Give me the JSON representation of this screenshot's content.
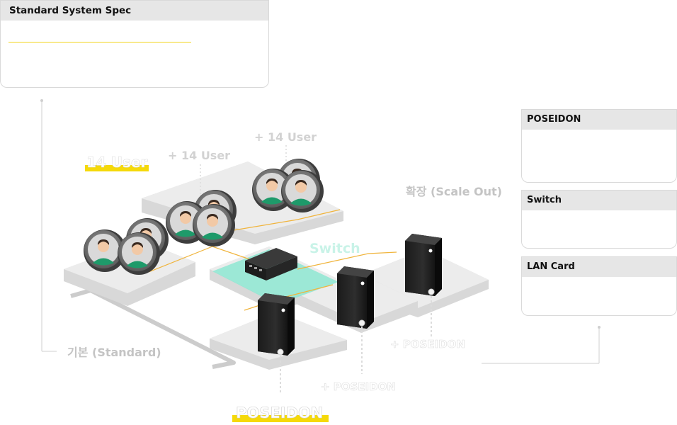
{
  "spec_panel": {
    "title": "Standard System Spec"
  },
  "side_panels": {
    "poseidon": {
      "title": "POSEIDON"
    },
    "switch": {
      "title": "Switch"
    },
    "lan_card": {
      "title": "LAN Card"
    }
  },
  "labels": {
    "base_users": "14 User",
    "add_users_1": "+ 14 User",
    "add_users_2": "+ 14 User",
    "switch": "Switch",
    "scale_out": "확장 (Scale Out)",
    "standard": "기본 (Standard)",
    "add_poseidon_1": "+ POSEIDON",
    "add_poseidon_2": "+ POSEIDON",
    "base_poseidon": "POSEIDON"
  },
  "colors": {
    "highlight": "#f5d90a",
    "switch_zone": "#8ee8d2",
    "cable": "#f0b43c",
    "platform": "#e9e9e9",
    "faint_text": "#d2d2d2"
  }
}
